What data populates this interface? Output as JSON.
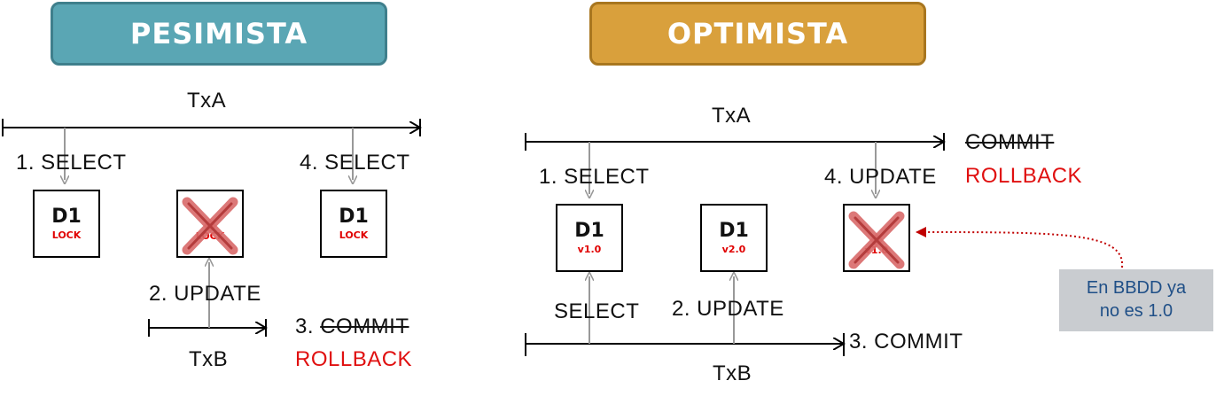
{
  "colors": {
    "pesimista": "#5aa6b4",
    "optimista": "#d9a03c",
    "red": "#e01010",
    "note_bg": "#c9ccd0",
    "note_text": "#1f4f87"
  },
  "pesimista": {
    "title": "PESIMISTA",
    "txa": "TxA",
    "txb": "TxB",
    "step1": "1. SELECT",
    "step2": "2. UPDATE",
    "step3_prefix": "3. ",
    "step3_commit": "COMMIT",
    "rollback": "ROLLBACK",
    "step4": "4. SELECT",
    "boxes": [
      {
        "name": "D1",
        "sub": "LOCK"
      },
      {
        "name": "",
        "sub": "LOCK"
      },
      {
        "name": "D1",
        "sub": "LOCK"
      }
    ]
  },
  "optimista": {
    "title": "OPTIMISTA",
    "txa": "TxA",
    "txb": "TxB",
    "commit": "COMMIT",
    "rollback": "ROLLBACK",
    "step1": "1. SELECT",
    "select": "SELECT",
    "step2": "2. UPDATE",
    "step3": "3. COMMIT",
    "step4": "4. UPDATE",
    "boxes": [
      {
        "name": "D1",
        "sub": "v1.0"
      },
      {
        "name": "D1",
        "sub": "v2.0"
      },
      {
        "name": "",
        "sub": "v1.0"
      }
    ],
    "note_line1": "En BBDD ya",
    "note_line2": "no es 1.0"
  }
}
